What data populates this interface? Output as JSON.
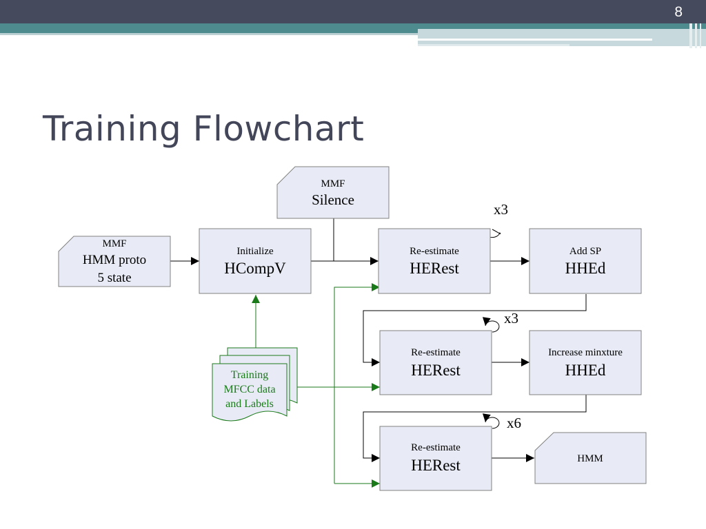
{
  "slide": {
    "number": "8",
    "title": "Training Flowchart"
  },
  "diagram": {
    "mmf_silence": {
      "line1": "MMF",
      "line2": "Silence"
    },
    "mmf_proto": {
      "line1": "MMF",
      "line2": "HMM proto",
      "line3": "5 state"
    },
    "initialize": {
      "line1": "Initialize",
      "line2": "HCompV"
    },
    "reestimate_1": {
      "line1": "Re-estimate",
      "line2": "HERest"
    },
    "add_sp": {
      "line1": "Add SP",
      "line2": "HHEd"
    },
    "reestimate_2": {
      "line1": "Re-estimate",
      "line2": "HERest"
    },
    "increase_mix": {
      "line1": "Increase minxture",
      "line2": "HHEd"
    },
    "reestimate_3": {
      "line1": "Re-estimate",
      "line2": "HERest"
    },
    "hmm_output": {
      "label": "HMM"
    },
    "training_data": {
      "line1": "Training",
      "line2": "MFCC data",
      "line3": "and Labels"
    },
    "loops": {
      "first": "x3",
      "second": "x3",
      "third": "x6"
    }
  },
  "colors": {
    "header_dark": "#454a5c",
    "header_teal": "#4e8b8e",
    "box_fill": "#e8ebf5",
    "box_stroke": "#808080",
    "green": "#1a7a1a",
    "title": "#424658"
  }
}
